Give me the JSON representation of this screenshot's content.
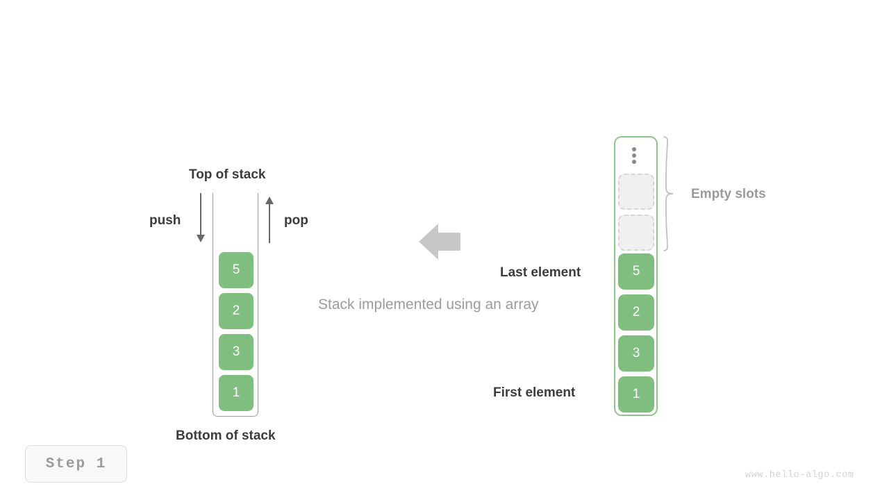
{
  "diagram": {
    "caption": "Stack implemented using an array",
    "watermark": "www.hello-algo.com",
    "step_badge": "Step  1",
    "colors": {
      "element_green": "#80be80",
      "container_green": "#8dc58d",
      "empty_slot_fill": "#f0f0f0",
      "empty_slot_border": "#d6d6d6",
      "arrow_gray": "#6b6566",
      "transform_arrow_gray": "#c8c8c8",
      "label_dark": "#3c3c3c",
      "label_gray": "#9a9a9a"
    }
  },
  "stack": {
    "top_label": "Top of stack",
    "bottom_label": "Bottom of stack",
    "push_label": "push",
    "pop_label": "pop",
    "cells": [
      {
        "value": "5"
      },
      {
        "value": "2"
      },
      {
        "value": "3"
      },
      {
        "value": "1"
      }
    ]
  },
  "array": {
    "empty_slots_label": "Empty slots",
    "last_element_label": "Last element",
    "first_element_label": "First element",
    "ellipsis": "vertical-ellipsis",
    "slots": [
      {
        "kind": "empty",
        "value": ""
      },
      {
        "kind": "empty",
        "value": ""
      },
      {
        "kind": "filled",
        "value": "5"
      },
      {
        "kind": "filled",
        "value": "2"
      },
      {
        "kind": "filled",
        "value": "3"
      },
      {
        "kind": "filled",
        "value": "1"
      }
    ]
  }
}
